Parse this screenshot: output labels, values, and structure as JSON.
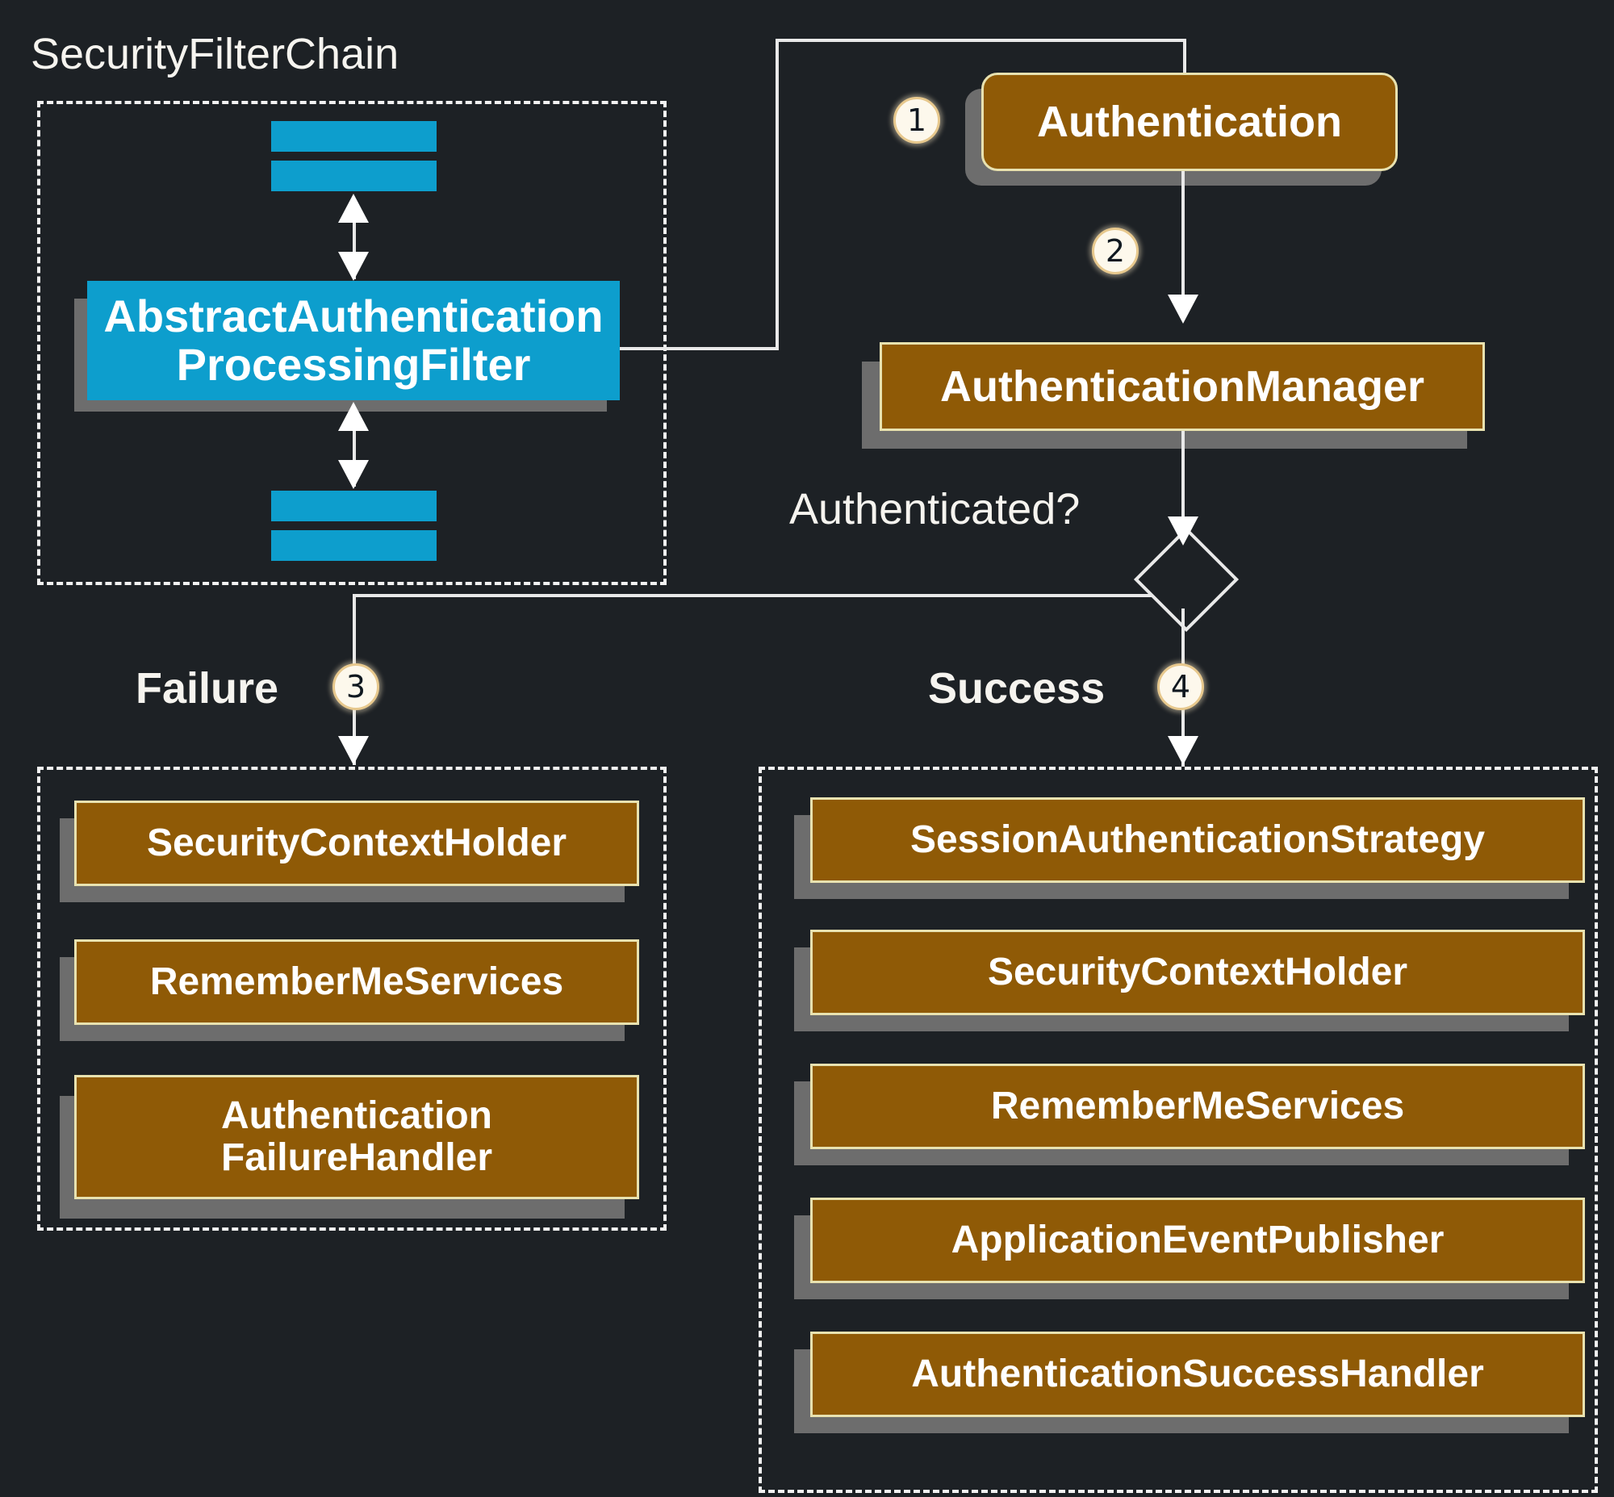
{
  "diagram": {
    "title": "Spring Security AbstractAuthenticationProcessingFilter flow",
    "background_color": "#1d2125",
    "colors": {
      "filter_blue": "#0d9ecd",
      "component_brown": "#8f5a06",
      "component_border": "#e8e2b0",
      "connector": "#e9e9e9",
      "text": "#ffffff",
      "badge_fill": "#fdf8ec",
      "shadow": "#6d6d6d"
    }
  },
  "filter_chain_group": {
    "title": "SecurityFilterChain",
    "filters_above": [
      "filter-bar-1",
      "filter-bar-2"
    ],
    "filters_below": [
      "filter-bar-3",
      "filter-bar-4"
    ],
    "main_filter": "AbstractAuthentication\nProcessingFilter"
  },
  "flow": {
    "authentication": "Authentication",
    "authentication_manager": "AuthenticationManager",
    "decision_label": "Authenticated?",
    "failure_label": "Failure",
    "success_label": "Success",
    "steps": {
      "one": "1",
      "two": "2",
      "three": "3",
      "four": "4"
    }
  },
  "failure_group": {
    "items": [
      "SecurityContextHolder",
      "RememberMeServices",
      "Authentication\nFailureHandler"
    ]
  },
  "success_group": {
    "items": [
      "SessionAuthenticationStrategy",
      "SecurityContextHolder",
      "RememberMeServices",
      "ApplicationEventPublisher",
      "AuthenticationSuccessHandler"
    ]
  }
}
